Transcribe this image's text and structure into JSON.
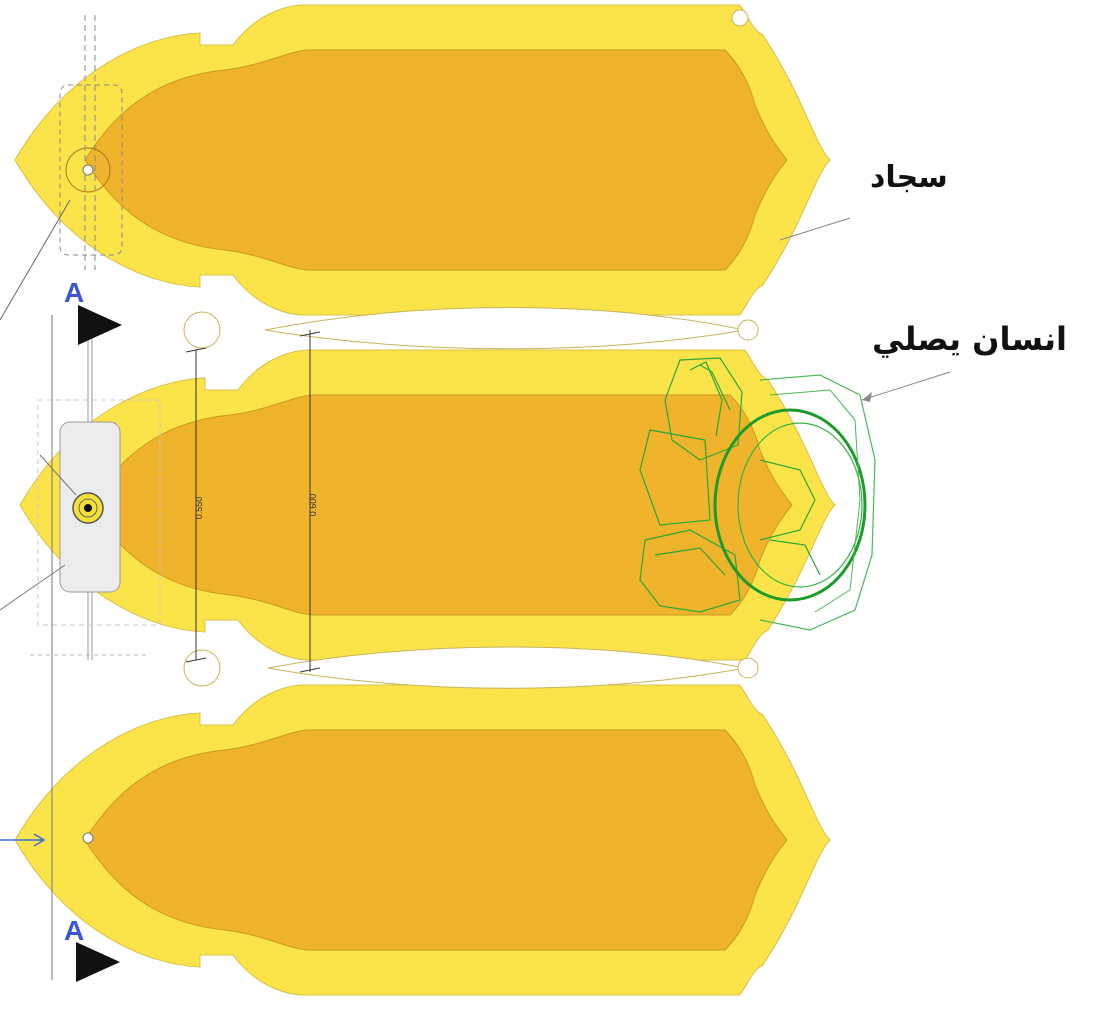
{
  "labels": {
    "rug": "سجاد",
    "person_praying": "انسان يصلي"
  },
  "section_marker": {
    "letter": "A"
  },
  "dimensions": {
    "inner": "0.550",
    "outer": "0.600"
  },
  "colors": {
    "rug_border": "#fbe44a",
    "rug_field": "#efb42c",
    "rug_outline": "#c9a23a",
    "person_outline": "#22a52e",
    "section_letter": "#3b55d6",
    "arrow": "#111111",
    "fixture_fill": "#ececec"
  }
}
